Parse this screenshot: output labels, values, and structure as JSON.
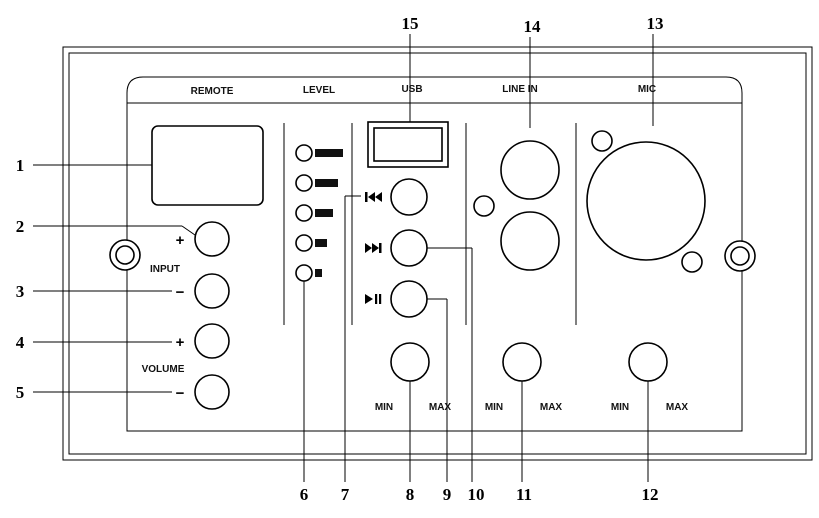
{
  "panel": {
    "labels": {
      "remote": "REMOTE",
      "level": "LEVEL",
      "usb": "USB",
      "line_in": "LINE IN",
      "mic": "MIC",
      "input": "INPUT",
      "volume": "VOLUME",
      "min": "MIN",
      "max": "MAX",
      "plus": "+",
      "minus": "−"
    },
    "level_meter": {
      "bars": 5
    }
  },
  "callouts": {
    "c1": "1",
    "c2": "2",
    "c3": "3",
    "c4": "4",
    "c5": "5",
    "c6": "6",
    "c7": "7",
    "c8": "8",
    "c9": "9",
    "c10": "10",
    "c11": "11",
    "c12": "12",
    "c13": "13",
    "c14": "14",
    "c15": "15"
  }
}
